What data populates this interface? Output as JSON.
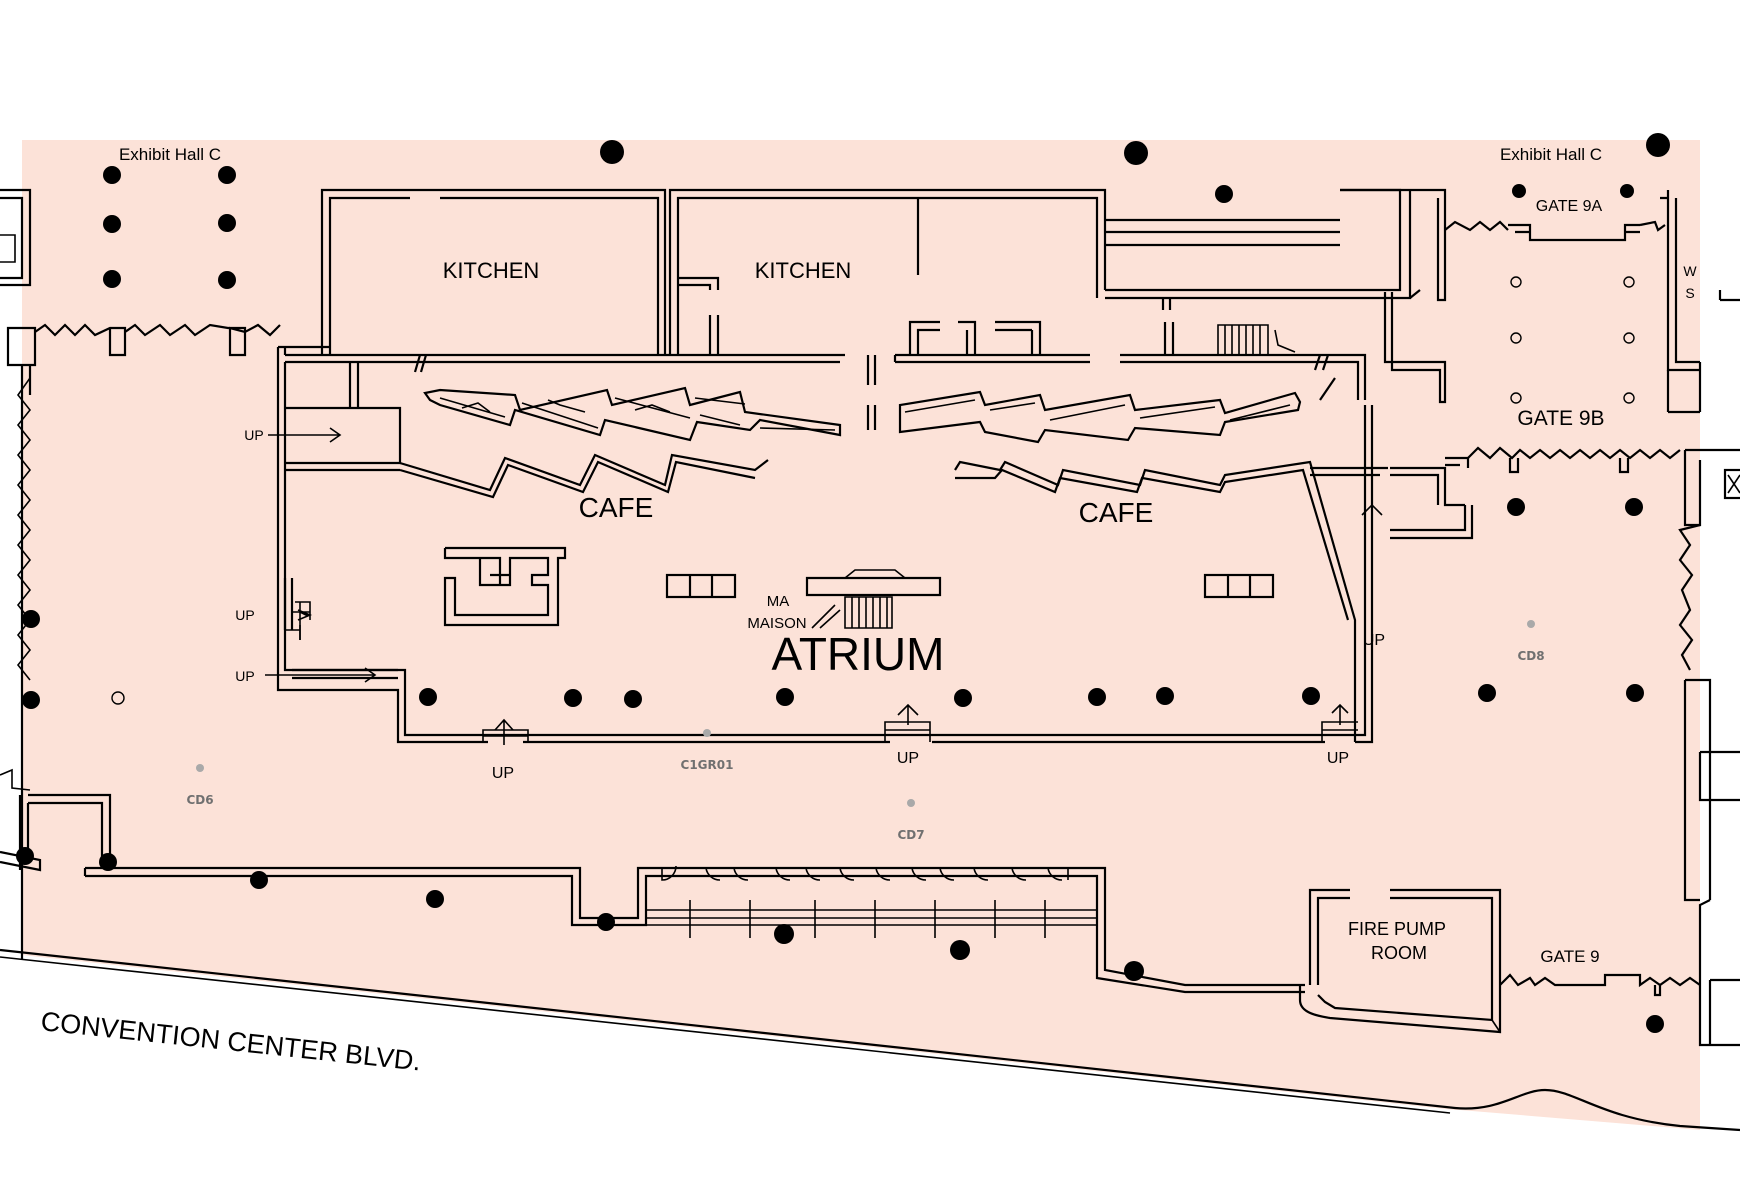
{
  "map": {
    "floor_color": "#fce2d8",
    "wall_color": "#000000",
    "labels": {
      "exhibit_hall_left": "Exhibit Hall C",
      "exhibit_hall_right": "Exhibit Hall C",
      "kitchen_1": "KITCHEN",
      "kitchen_2": "KITCHEN",
      "cafe_1": "CAFE",
      "cafe_2": "CAFE",
      "ma": "MA",
      "maison": "MAISON",
      "atrium": "ATRIUM",
      "gate_9a": "GATE 9A",
      "gate_9b": "GATE 9B",
      "gate_9": "GATE 9",
      "fire_pump_1": "FIRE PUMP",
      "fire_pump_2": "ROOM",
      "ws_w": "W",
      "ws_s": "S",
      "street": "CONVENTION CENTER BLVD.",
      "up": "UP"
    },
    "markers": {
      "cd6": "CD6",
      "cd7": "CD7",
      "cd8": "CD8",
      "c1gr01": "C1GR01"
    }
  }
}
